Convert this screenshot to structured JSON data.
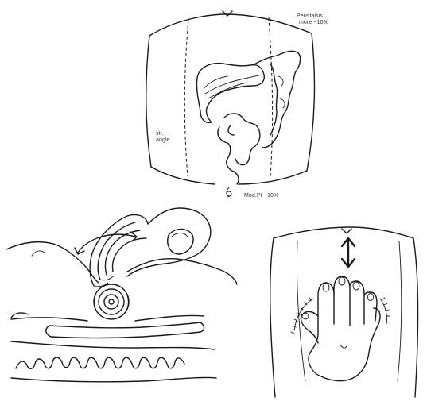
{
  "labels": {
    "peristalsis_top": "Peristalsis",
    "peristalsis_bottom": "more ~10%",
    "left_line1": "str.",
    "left_line2": "angle",
    "bottom_center": "Mod.PI ~10%"
  },
  "colors": {
    "ink": "#1a1a1a",
    "paper": "#ffffff"
  }
}
